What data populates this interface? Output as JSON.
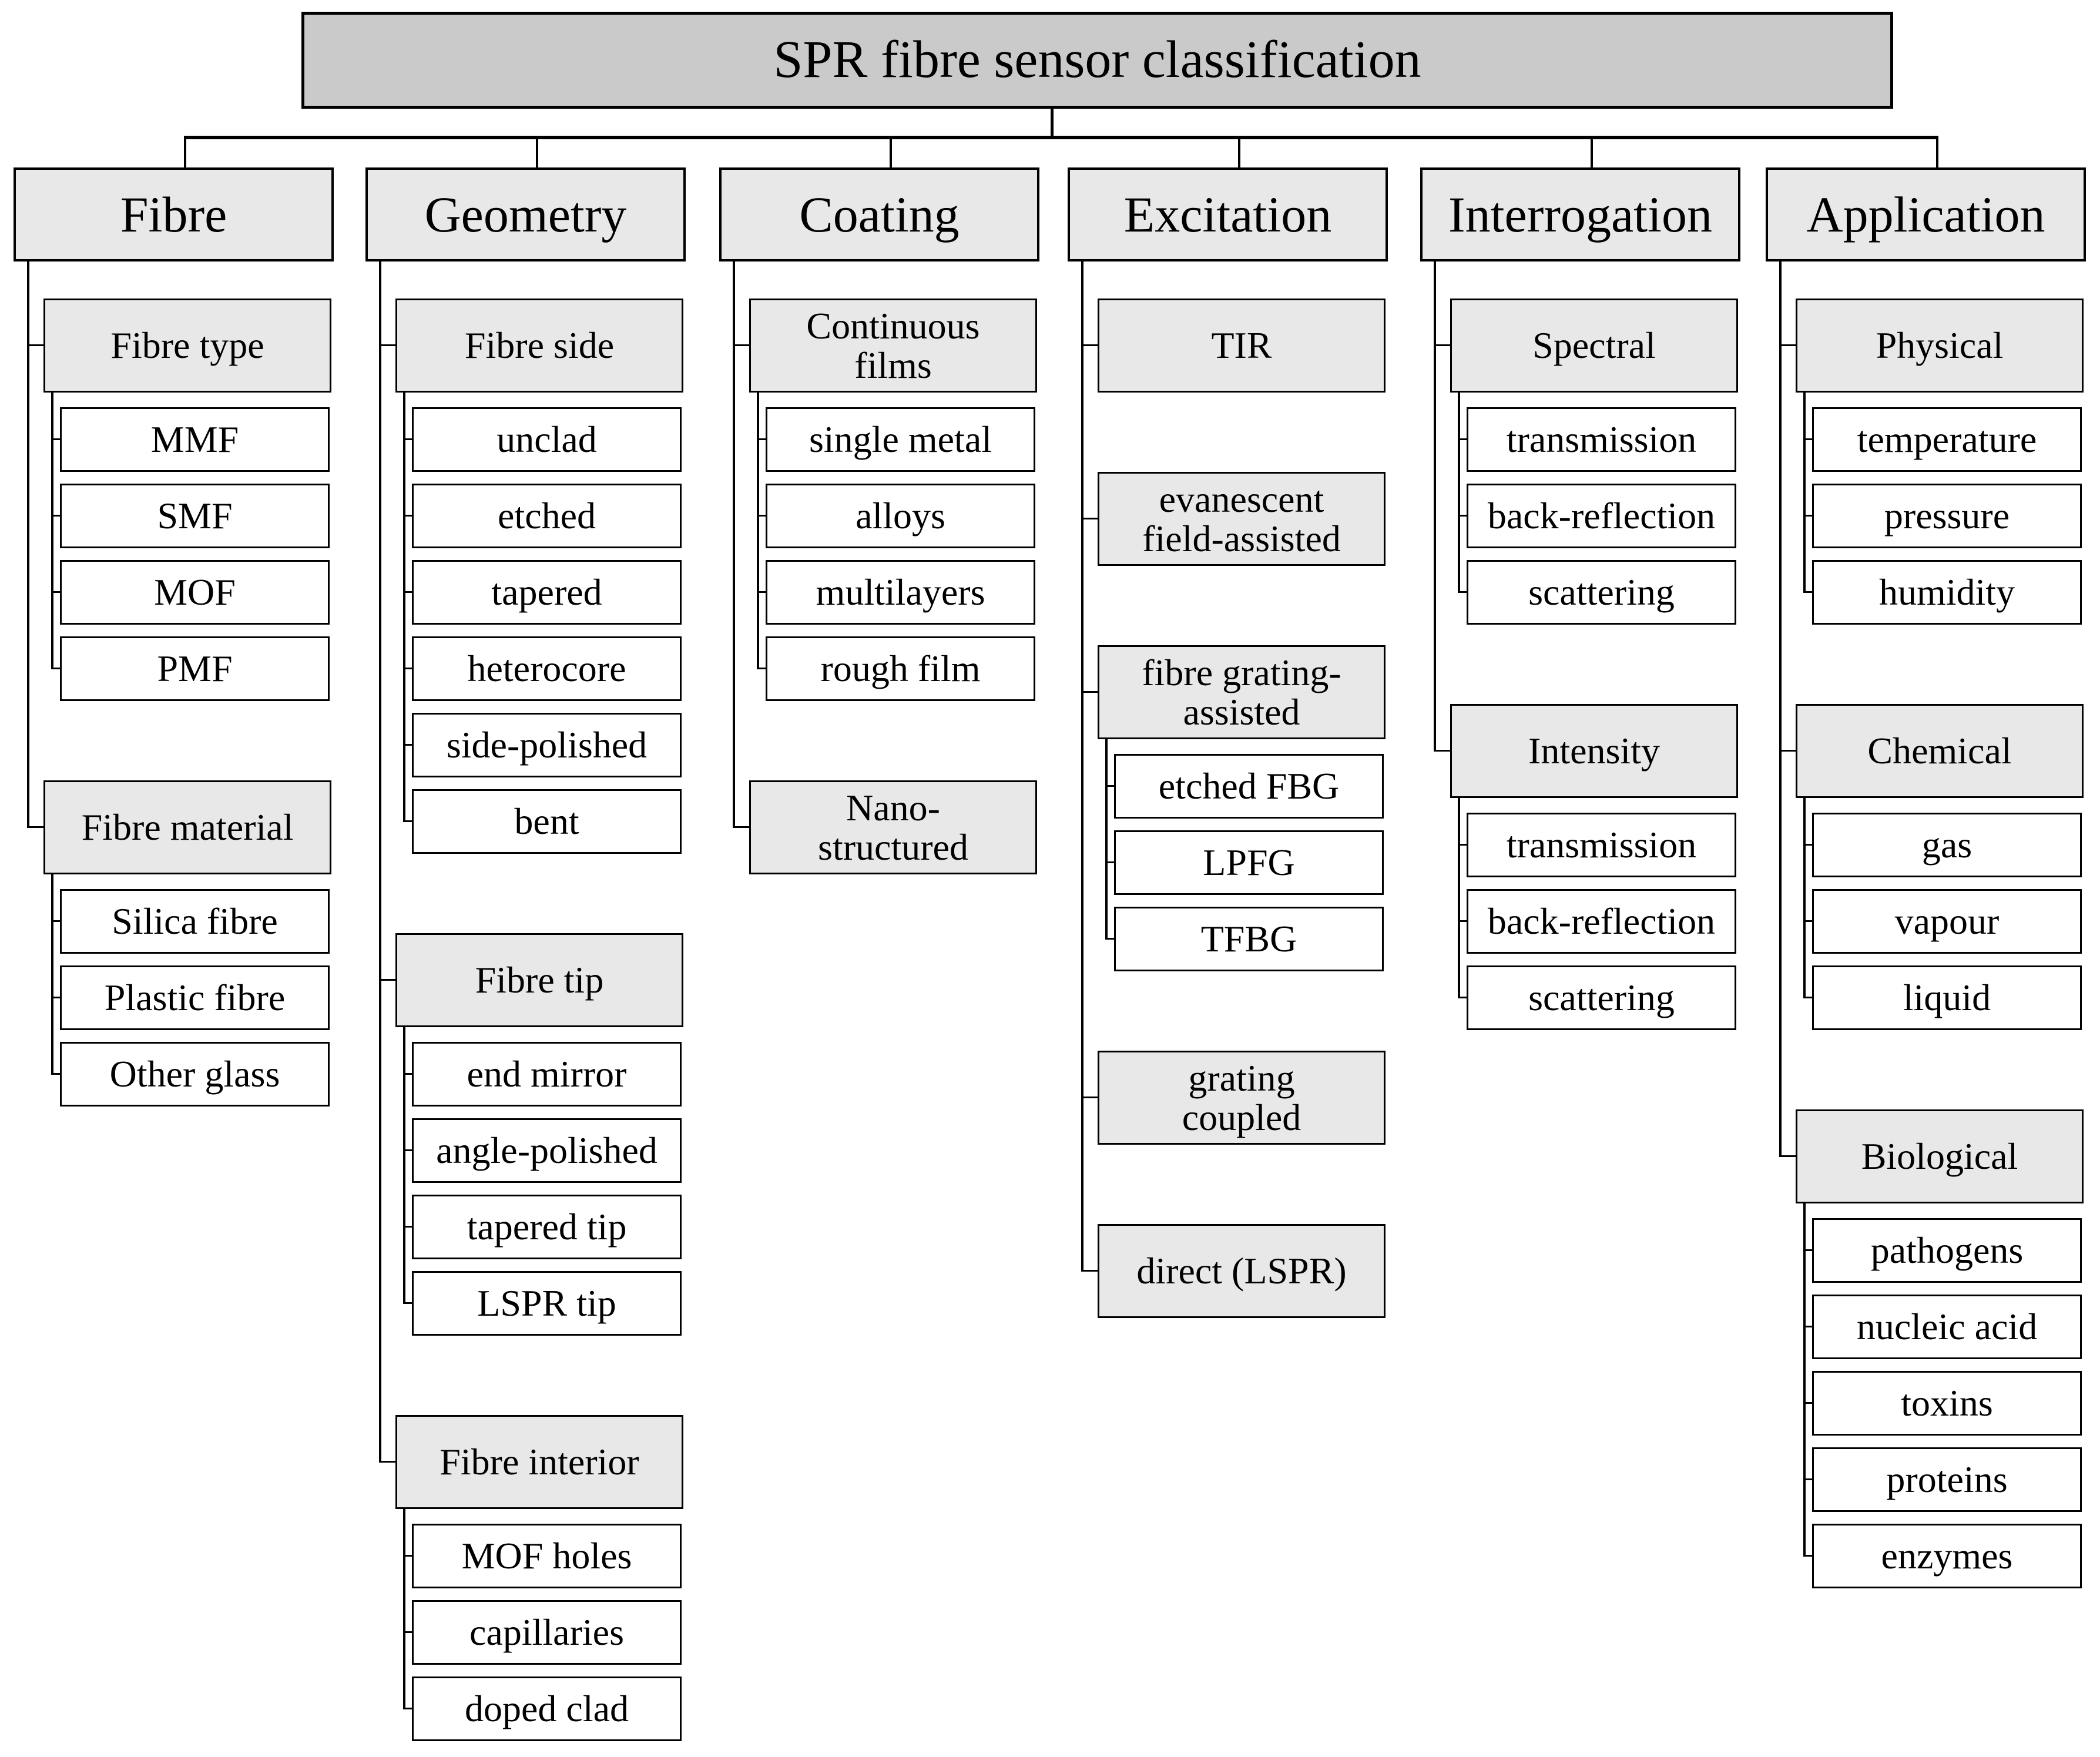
{
  "title": "SPR fibre sensor classification",
  "colors": {
    "title_fill": "#cacaca",
    "category_fill": "#e8e8e8",
    "leaf_fill": "#ffffff",
    "line_color": "#000000"
  },
  "columns": [
    {
      "label": "Fibre",
      "groups": [
        {
          "label": "Fibre type",
          "children": [
            "MMF",
            "SMF",
            "MOF",
            "PMF"
          ]
        },
        {
          "label": "Fibre material",
          "children": [
            "Silica fibre",
            "Plastic fibre",
            "Other glass"
          ]
        }
      ]
    },
    {
      "label": "Geometry",
      "groups": [
        {
          "label": "Fibre side",
          "children": [
            "unclad",
            "etched",
            "tapered",
            "heterocore",
            "side-polished",
            "bent"
          ]
        },
        {
          "label": "Fibre tip",
          "children": [
            "end mirror",
            "angle-polished",
            "tapered tip",
            "LSPR tip"
          ]
        },
        {
          "label": "Fibre interior",
          "children": [
            "MOF holes",
            "capillaries",
            "doped clad"
          ]
        }
      ]
    },
    {
      "label": "Coating",
      "groups": [
        {
          "label": "Continuous\nfilms",
          "children": [
            "single metal",
            "alloys",
            "multilayers",
            "rough film"
          ]
        },
        {
          "label": "Nano-\nstructured",
          "children": []
        }
      ]
    },
    {
      "label": "Excitation",
      "groups": [
        {
          "label": "TIR",
          "children": []
        },
        {
          "label": "evanescent\nfield-assisted",
          "children": []
        },
        {
          "label": "fibre grating-\nassisted",
          "children": [
            "etched FBG",
            "LPFG",
            "TFBG"
          ]
        },
        {
          "label": "grating\ncoupled",
          "children": []
        },
        {
          "label": "direct (LSPR)",
          "children": []
        }
      ]
    },
    {
      "label": "Interrogation",
      "groups": [
        {
          "label": "Spectral",
          "children": [
            "transmission",
            "back-reflection",
            "scattering"
          ]
        },
        {
          "label": "Intensity",
          "children": [
            "transmission",
            "back-reflection",
            "scattering"
          ]
        }
      ]
    },
    {
      "label": "Application",
      "groups": [
        {
          "label": "Physical",
          "children": [
            "temperature",
            "pressure",
            "humidity"
          ]
        },
        {
          "label": "Chemical",
          "children": [
            "gas",
            "vapour",
            "liquid"
          ]
        },
        {
          "label": "Biological",
          "children": [
            "pathogens",
            "nucleic acid",
            "toxins",
            "proteins",
            "enzymes"
          ]
        }
      ]
    }
  ]
}
